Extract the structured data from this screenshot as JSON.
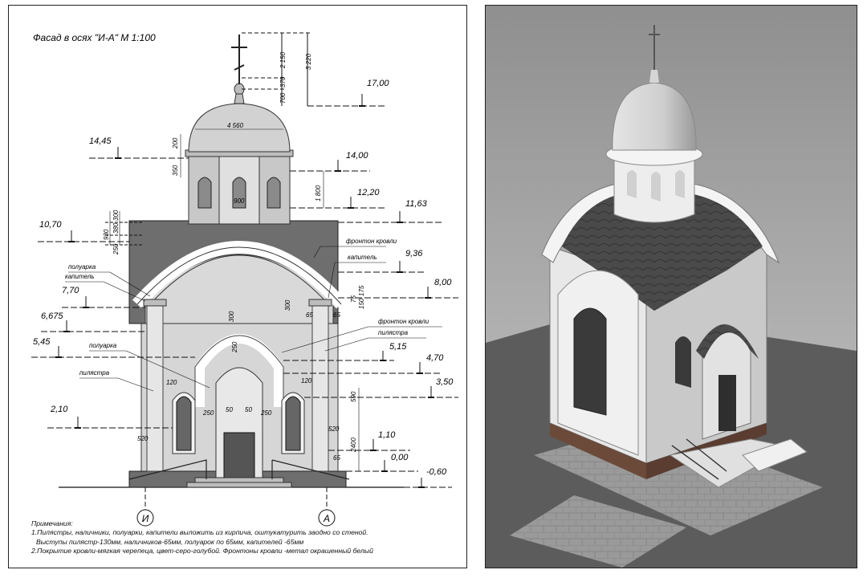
{
  "drawing": {
    "title": "Фасад в осях \"И-А\"   М 1:100",
    "axes": {
      "left": "И",
      "right": "А"
    },
    "elevations": [
      {
        "value": "17,00",
        "side": "right"
      },
      {
        "value": "14,45",
        "side": "left"
      },
      {
        "value": "14,00",
        "side": "right"
      },
      {
        "value": "12,20",
        "side": "right"
      },
      {
        "value": "11,63",
        "side": "right"
      },
      {
        "value": "10,70",
        "side": "left"
      },
      {
        "value": "9,36",
        "side": "right"
      },
      {
        "value": "8,00",
        "side": "right"
      },
      {
        "value": "7,70",
        "side": "left"
      },
      {
        "value": "6,675",
        "side": "left"
      },
      {
        "value": "5,45",
        "side": "left"
      },
      {
        "value": "5,15",
        "side": "right"
      },
      {
        "value": "4,70",
        "side": "right"
      },
      {
        "value": "3,50",
        "side": "right"
      },
      {
        "value": "2,10",
        "side": "left"
      },
      {
        "value": "1,10",
        "side": "right"
      },
      {
        "value": "0,00",
        "side": "right"
      },
      {
        "value": "-0,60",
        "side": "right"
      }
    ],
    "dimensions": [
      "3 220",
      "2 150",
      "370",
      "700",
      "4 560",
      "200",
      "350",
      "1 800",
      "900",
      "300",
      "380",
      "930",
      "250",
      "300",
      "75",
      "150",
      "175",
      "65",
      "65",
      "300",
      "250",
      "120",
      "120",
      "590",
      "2400",
      "520",
      "520",
      "65",
      "250",
      "50",
      "50",
      "250"
    ],
    "callouts": [
      "фронтон кровли",
      "капитель",
      "полуарка",
      "капитель",
      "фронтон кровли",
      "пилястра",
      "полуарка",
      "пилястра"
    ],
    "notes": {
      "heading": "Примечания:",
      "line1": "1.Пилястры, наличники, полуарки, капители выложить из кирпича, оштукатурить заодно со стеной.",
      "line2": "Выступы пилястр-130мм, наличников-65мм, полуарок по 65мм, капителей -65мм",
      "line3": "2.Покрытие кровли-мягкая черепеца, цвет-серо-голубой. Фронтоны кровли -метал окрашенный белый"
    }
  },
  "colors": {
    "ink": "#111111",
    "wall": "#d8d8d8",
    "roof_dark": "#6e6e6e",
    "dome": "#d2d2d2",
    "render_bg": "#b8b8b8",
    "render_roof": "#4a4a4a"
  }
}
